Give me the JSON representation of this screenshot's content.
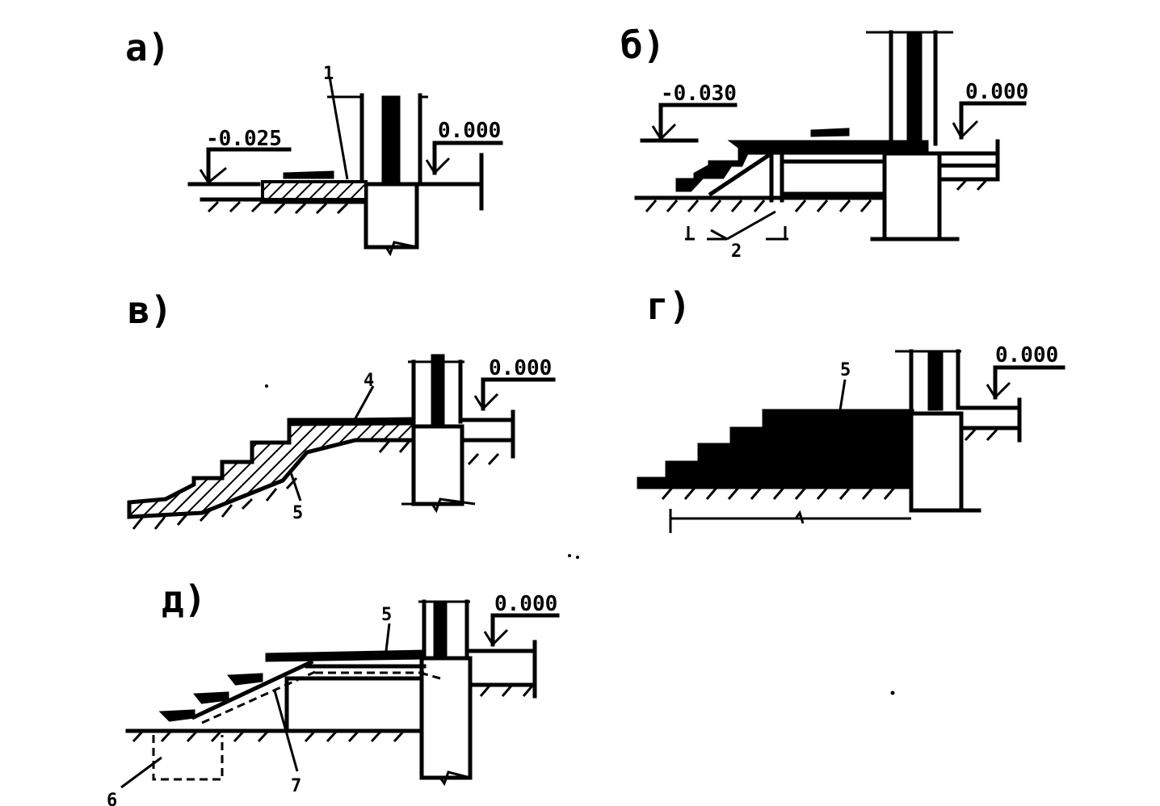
{
  "panels": {
    "a": {
      "label": "а)",
      "level_left": "-0.025",
      "level_right": "0.000",
      "callout": "1"
    },
    "b": {
      "label": "б)",
      "level_left": "-0.030",
      "level_right": "0.000",
      "callout": "2"
    },
    "v": {
      "label": "в)",
      "level_right": "0.000",
      "callout_top": "4",
      "callout_bottom": "5"
    },
    "g": {
      "label": "г)",
      "level_right": "0.000",
      "callout": "5"
    },
    "d": {
      "label": "д)",
      "level_right": "0.000",
      "callout_top": "5",
      "callout_left": "6",
      "callout_bottom": "7"
    }
  }
}
